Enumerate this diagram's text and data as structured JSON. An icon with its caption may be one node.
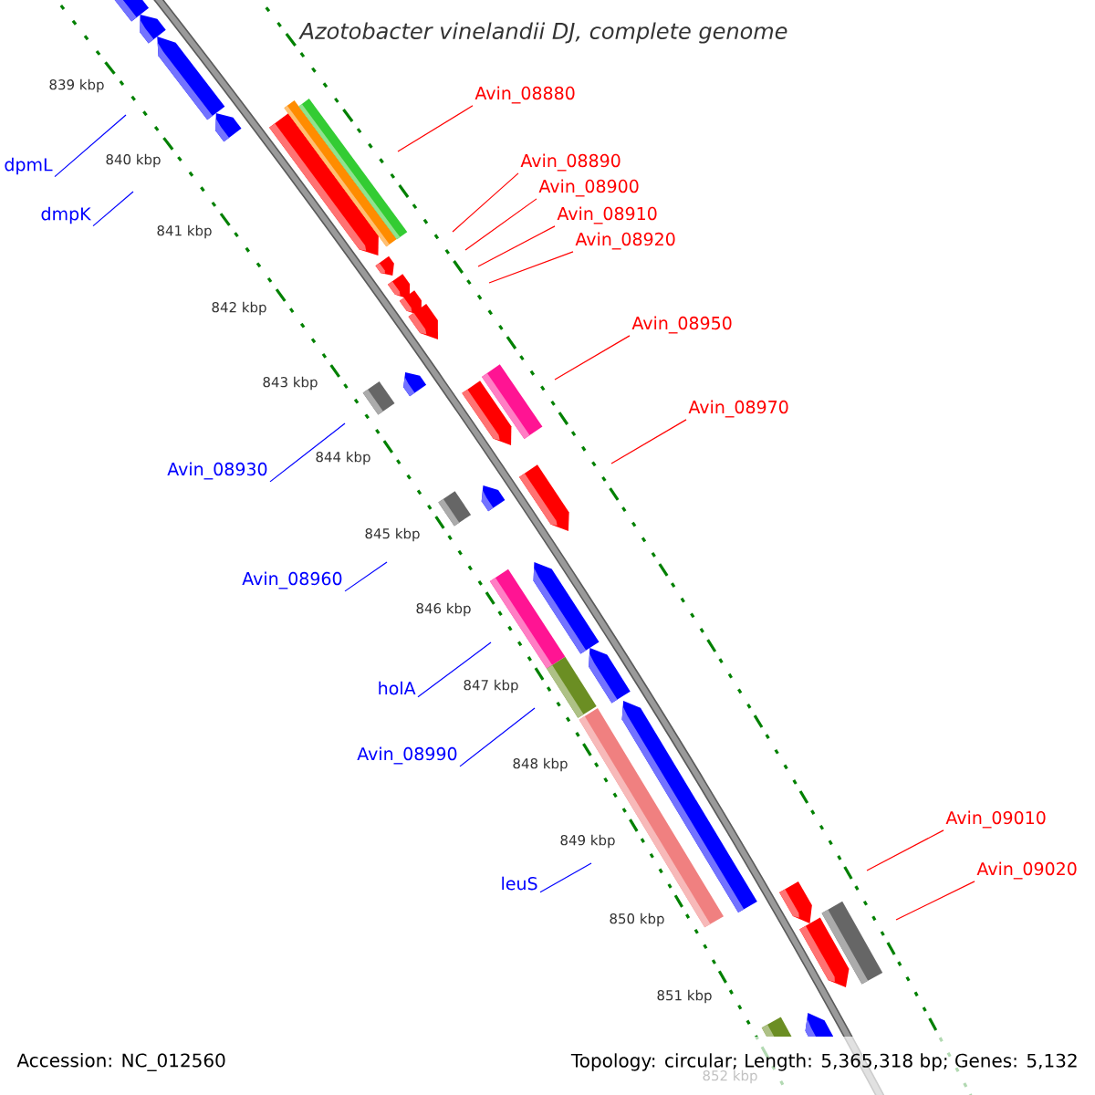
{
  "diagram": {
    "title": "Azotobacter vinelandii DJ, complete genome",
    "nodes": [
      {
        "text": [
          "Avin_08880"
        ]
      },
      {
        "text": [
          "Avin_08890"
        ]
      },
      {
        "text": [
          "dpmL"
        ]
      },
      {
        "text": [
          "Avin_08900"
        ]
      },
      {
        "text": [
          "Avin_08910"
        ]
      },
      {
        "text": [
          "dmpK"
        ]
      },
      {
        "text": [
          "Avin_08920"
        ]
      },
      {
        "text": [
          "Avin_08950"
        ]
      },
      {
        "text": [
          "Avin_08970"
        ]
      },
      {
        "text": [
          "Avin_08930"
        ]
      },
      {
        "text": [
          "Avin_08960"
        ]
      },
      {
        "text": [
          "holA"
        ]
      },
      {
        "text": [
          "Avin_08990"
        ]
      },
      {
        "text": [
          "Avin_09010"
        ]
      },
      {
        "text": [
          "Avin_09020"
        ]
      },
      {
        "text": [
          "leuS"
        ]
      }
    ],
    "edges": [
      {
        "from": 0,
        "to": null,
        "arrow": "none"
      },
      {
        "from": 1,
        "to": null,
        "arrow": "none"
      },
      {
        "from": 2,
        "to": null,
        "arrow": "none",
        "color": "#0000ff"
      },
      {
        "from": 3,
        "to": null,
        "arrow": "none"
      },
      {
        "from": 4,
        "to": null,
        "arrow": "none"
      },
      {
        "from": 5,
        "to": null,
        "arrow": "none",
        "color": "#0000ff"
      },
      {
        "from": 6,
        "to": null,
        "arrow": "none"
      },
      {
        "from": 7,
        "to": null,
        "arrow": "none"
      },
      {
        "from": 8,
        "to": null,
        "arrow": "none"
      },
      {
        "from": 9,
        "to": null,
        "arrow": "none",
        "color": "#0000ff"
      },
      {
        "from": 10,
        "to": null,
        "arrow": "none",
        "color": "#0000ff"
      },
      {
        "from": 11,
        "to": null,
        "arrow": "none",
        "color": "#0000ff"
      },
      {
        "from": 12,
        "to": null,
        "arrow": "none",
        "color": "#0000ff"
      },
      {
        "from": 13,
        "to": null,
        "arrow": "none"
      },
      {
        "from": 14,
        "to": null,
        "arrow": "none"
      },
      {
        "from": 15,
        "to": null,
        "arrow": "none",
        "color": "#0000ff"
      }
    ],
    "labels": [
      "839 kbp",
      "840 kbp",
      "841 kbp",
      "842 kbp",
      "843 kbp",
      "844 kbp",
      "845 kbp",
      "846 kbp",
      "847 kbp",
      "848 kbp",
      "849 kbp",
      "850 kbp",
      "851 kbp",
      "852 kbp",
      "Accession: NC_012560",
      "Topology: circular; Length: 5,365,318 bp; Genes: 5,132"
    ]
  }
}
